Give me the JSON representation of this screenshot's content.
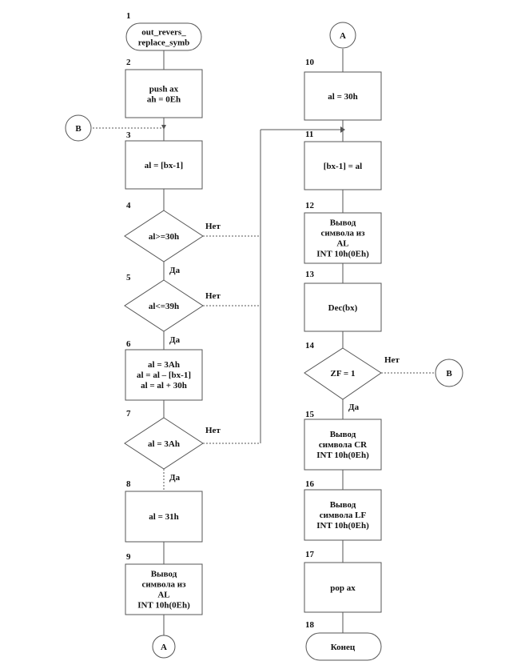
{
  "connectors": {
    "a": "A",
    "b": "B"
  },
  "edge_labels": {
    "no": "Нет",
    "yes": "Да"
  },
  "blocks": [
    {
      "num": "1",
      "lines": [
        "out_revers_",
        "replace_symb"
      ]
    },
    {
      "num": "2",
      "lines": [
        "push ax",
        "ah = 0Eh"
      ]
    },
    {
      "num": "3",
      "lines": [
        "al = [bx-1]"
      ]
    },
    {
      "num": "4",
      "lines": [
        "al>=30h"
      ]
    },
    {
      "num": "5",
      "lines": [
        "al<=39h"
      ]
    },
    {
      "num": "6",
      "lines": [
        "al = 3Ah",
        "al = al – [bx-1]",
        "al = al + 30h"
      ]
    },
    {
      "num": "7",
      "lines": [
        "al = 3Ah"
      ]
    },
    {
      "num": "8",
      "lines": [
        "al = 31h"
      ]
    },
    {
      "num": "9",
      "lines": [
        "Вывод",
        "символа из",
        "AL",
        "INT 10h(0Eh)"
      ]
    },
    {
      "num": "10",
      "lines": [
        "al = 30h"
      ]
    },
    {
      "num": "11",
      "lines": [
        "[bx-1]  = al"
      ]
    },
    {
      "num": "12",
      "lines": [
        "Вывод",
        "символа из",
        "AL",
        "INT 10h(0Eh)"
      ]
    },
    {
      "num": "13",
      "lines": [
        "Dec(bx)"
      ]
    },
    {
      "num": "14",
      "lines": [
        "ZF = 1"
      ]
    },
    {
      "num": "15",
      "lines": [
        "Вывод",
        "символа CR",
        "INT 10h(0Eh)"
      ]
    },
    {
      "num": "16",
      "lines": [
        "Вывод",
        "символа LF",
        "INT 10h(0Eh)"
      ]
    },
    {
      "num": "17",
      "lines": [
        "pop ax"
      ]
    },
    {
      "num": "18",
      "lines": [
        "Конец"
      ]
    }
  ]
}
